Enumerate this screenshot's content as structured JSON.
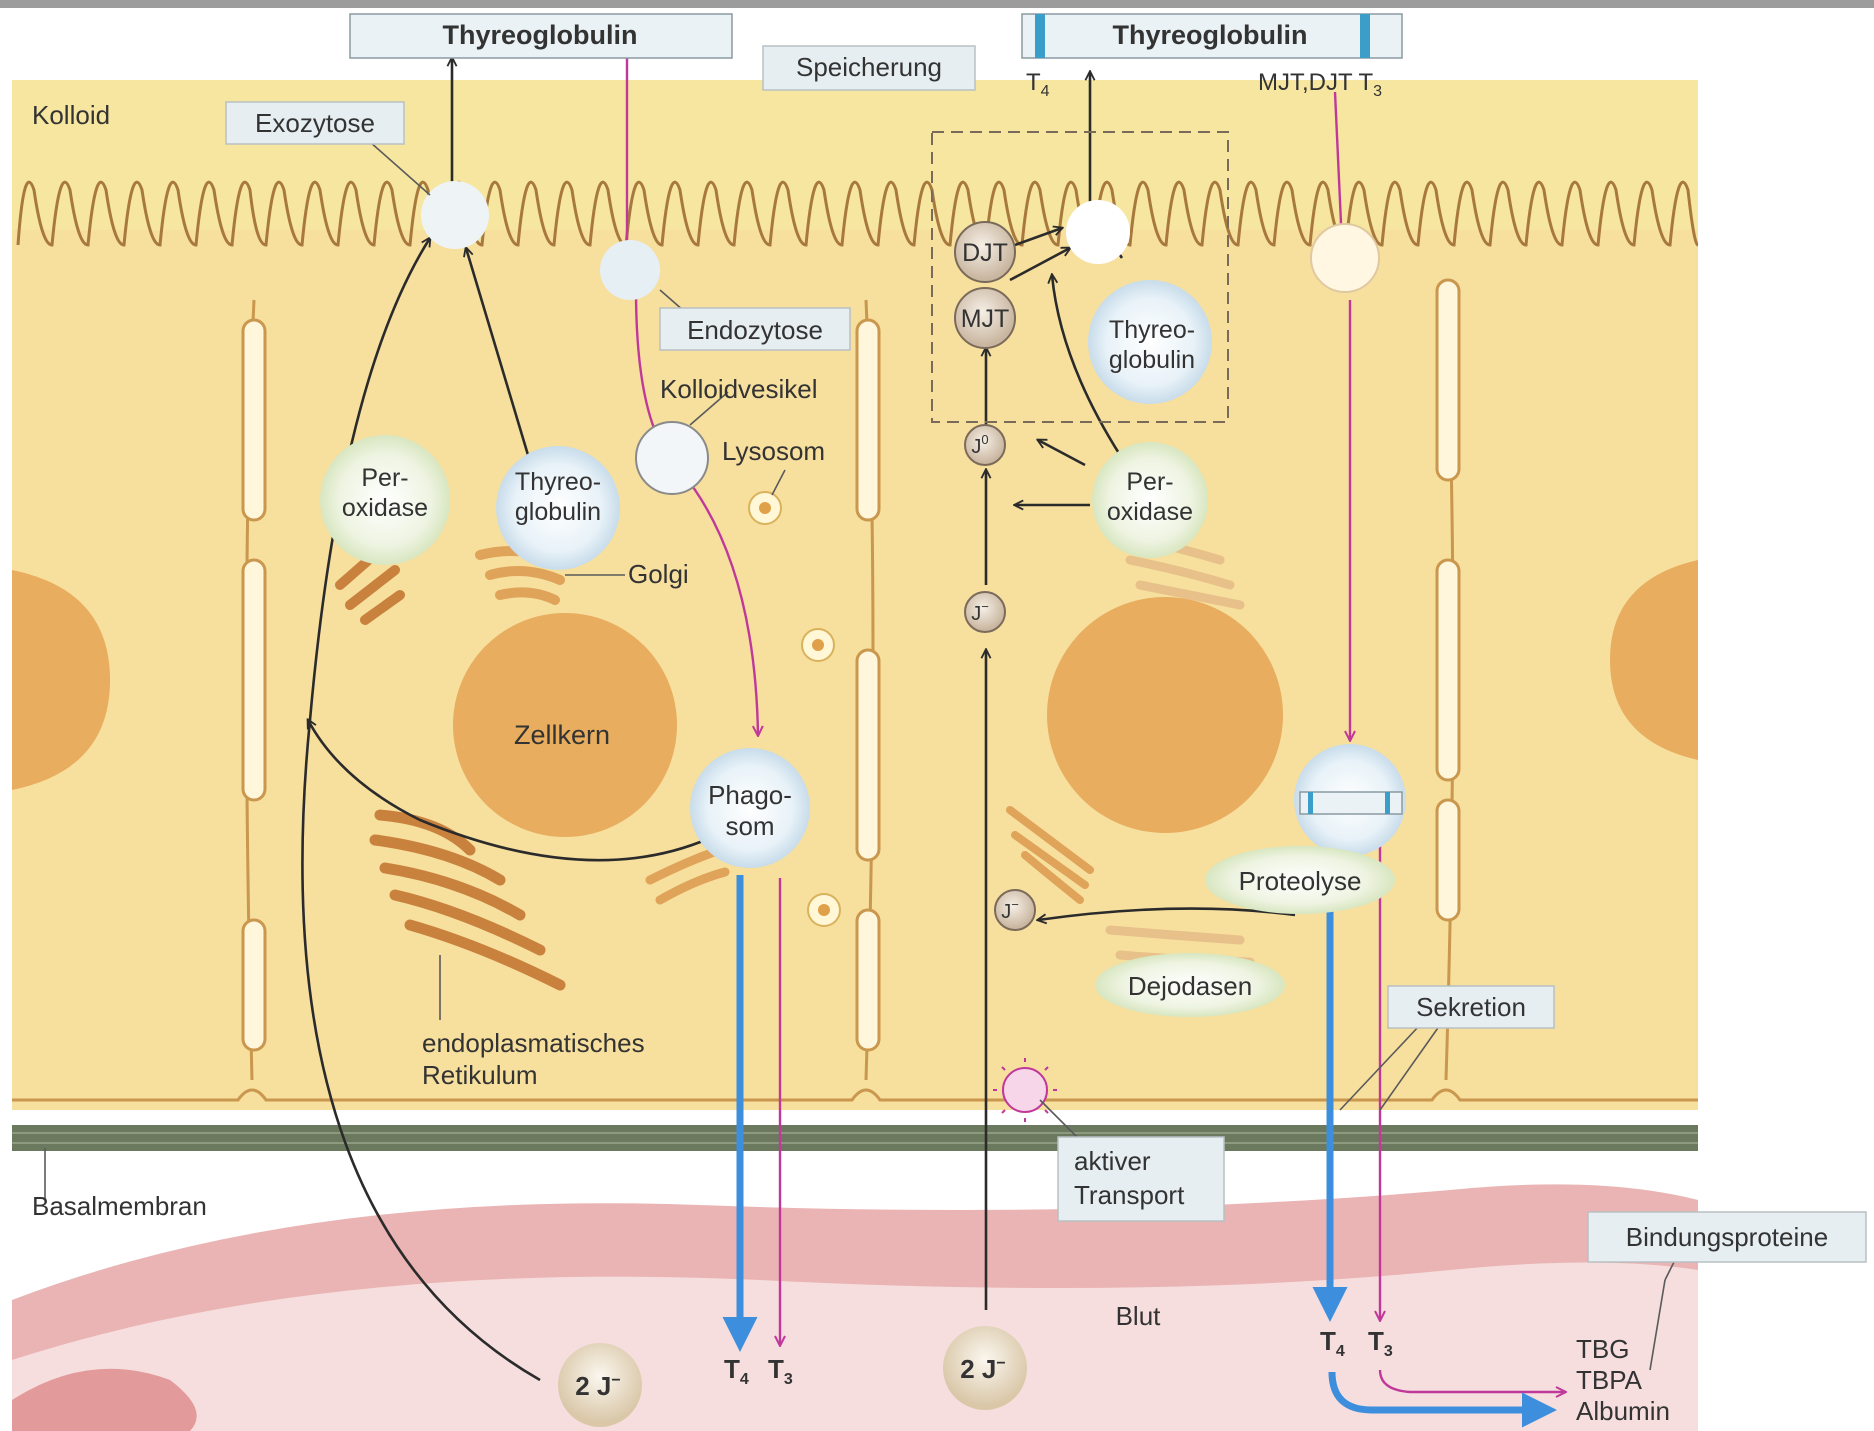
{
  "labels": {
    "thyreoglobulin_left": "Thyreoglobulin",
    "thyreoglobulin_right": "Thyreoglobulin",
    "speicherung": "Speicherung",
    "kolloid": "Kolloid",
    "exozytose": "Exozytose",
    "endozytose": "Endozytose",
    "kolloidvesikel": "Kolloidvesikel",
    "lysosom": "Lysosom",
    "golgi": "Golgi",
    "zellkern": "Zellkern",
    "peroxidase_left_1": "Per-",
    "peroxidase_left_2": "oxidase",
    "thyreoglobulin_cell_1": "Thyreo-",
    "thyreoglobulin_cell_2": "globulin",
    "phagosom_1": "Phago-",
    "phagosom_2": "som",
    "er_1": "endoplasmatisches",
    "er_2": "Retikulum",
    "basalmembran": "Basalmembran",
    "t4_top": "T",
    "t4_top_sub": "4",
    "mjt_djt_t3": "MJT,DJT T",
    "mjt_djt_t3_sub": "3",
    "djt": "DJT",
    "mjt": "MJT",
    "j0": "J",
    "j0_sup": "0",
    "j_minus_1": "J",
    "j_minus_1_sup": "−",
    "j_minus_2": "J",
    "j_minus_2_sup": "−",
    "thyreoglobulin_right_cell_1": "Thyreo-",
    "thyreoglobulin_right_cell_2": "globulin",
    "peroxidase_right_1": "Per-",
    "peroxidase_right_2": "oxidase",
    "proteolyse": "Proteolyse",
    "dejodasen": "Dejodasen",
    "sekretion": "Sekretion",
    "aktiver_1": "aktiver",
    "aktiver_2": "Transport",
    "blut": "Blut",
    "bindungsproteine": "Bindungsproteine",
    "tbg": "TBG",
    "tbpa": "TBPA",
    "albumin": "Albumin",
    "two_j_left": "2 J",
    "two_j_left_sup": "−",
    "two_j_mid": "2 J",
    "two_j_mid_sup": "−",
    "t4_mid": "T",
    "t4_mid_sub": "4",
    "t3_mid": "T",
    "t3_mid_sub": "3",
    "t4_right": "T",
    "t4_right_sub": "4",
    "t3_right": "T",
    "t3_right_sub": "3"
  },
  "colors": {
    "colloid": "#f6e6a0",
    "cell": "#f7df9e",
    "cell_border": "#c9974d",
    "nucleus": "#e8ad5e",
    "blood": "#eab4b4",
    "blood_light": "#f6dede",
    "membrane": "#5a6a52",
    "arrow_black": "#2b2b2b",
    "arrow_magenta": "#c0399a",
    "arrow_blue": "#3d8fde"
  }
}
